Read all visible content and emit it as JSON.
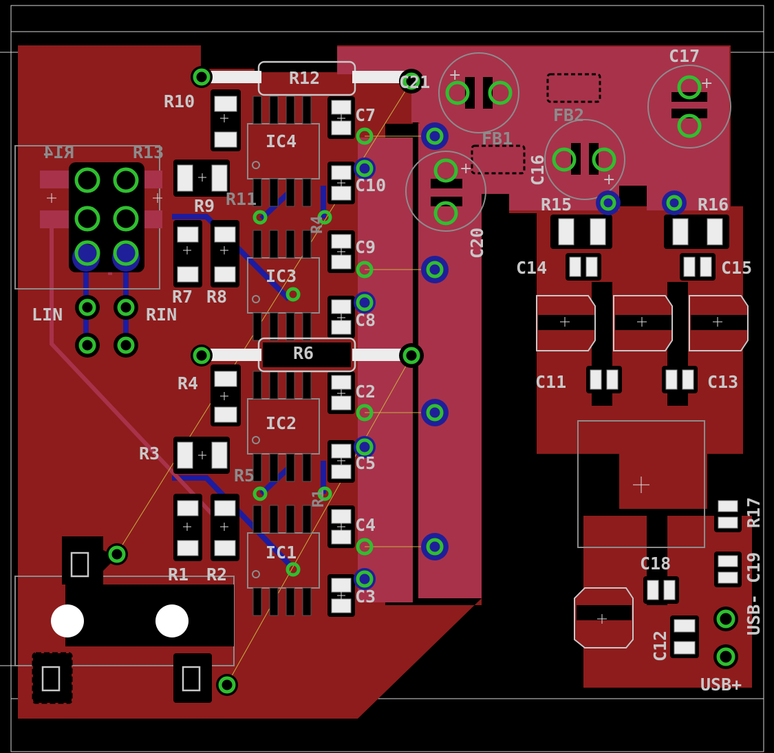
{
  "board": {
    "background": "#000000",
    "copper_top": "#8e1c1c",
    "copper_top_fill": "#a52a3a",
    "copper_bottom": "#1c1ca0",
    "silkscreen": "#c8c8c8",
    "pad_ring": "#2fbf2f",
    "airwire": "#c8b040"
  },
  "labels": {
    "R12": "R12",
    "R10": "R10",
    "C21": "C21",
    "C7": "C7",
    "IC4": "IC4",
    "R14": "R14",
    "R13": "R13",
    "C10": "C10",
    "R11": "R11",
    "R9": "R9",
    "R7": "R7",
    "R8": "R8",
    "IC3": "IC3",
    "C9": "C9",
    "C8": "C8",
    "R6": "R6",
    "R4": "R4",
    "IC2": "IC2",
    "C2": "C2",
    "R3": "R3",
    "R5": "R5",
    "C5": "C5",
    "C4": "C4",
    "IC1": "IC1",
    "R1": "R1",
    "R2": "R2",
    "C3": "C3",
    "LIN": "LIN",
    "RIN": "RIN",
    "C17": "C17",
    "FB2": "FB2",
    "FB1": "FB1",
    "C16": "C16",
    "C20": "C20",
    "R15": "R15",
    "R16": "R16",
    "C14": "C14",
    "C15": "C15",
    "C11": "C11",
    "C13": "C13",
    "C18": "C18",
    "C12": "C12",
    "R17": "R17",
    "C19": "C19",
    "USB_MINUS": "USB-",
    "USB_PLUS": "USB+",
    "R1_mirror": "R1",
    "R4_mirror": "R4"
  }
}
